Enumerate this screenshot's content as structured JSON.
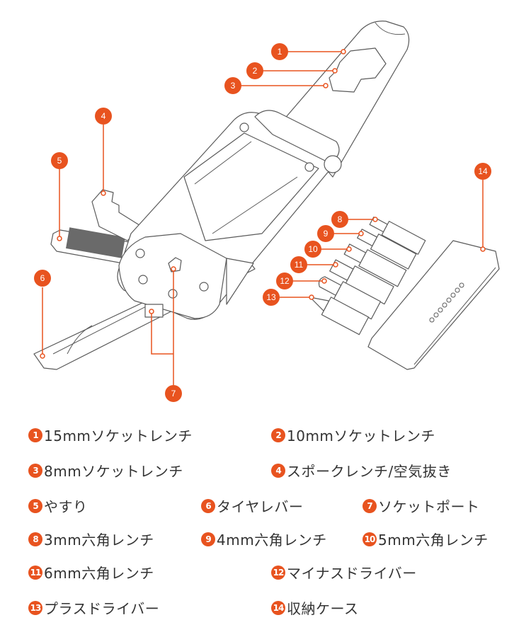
{
  "accent_color": "#e8531f",
  "callouts": [
    "1",
    "2",
    "3",
    "4",
    "5",
    "6",
    "7",
    "8",
    "9",
    "10",
    "11",
    "12",
    "13",
    "14"
  ],
  "legend": [
    {
      "num": "1",
      "label": "15mmソケットレンチ"
    },
    {
      "num": "2",
      "label": "10mmソケットレンチ"
    },
    {
      "num": "3",
      "label": "8mmソケットレンチ"
    },
    {
      "num": "4",
      "label": "スポークレンチ/空気抜き"
    },
    {
      "num": "5",
      "label": "やすり"
    },
    {
      "num": "6",
      "label": "タイヤレバー"
    },
    {
      "num": "7",
      "label": "ソケットポート"
    },
    {
      "num": "8",
      "label": "3mm六角レンチ"
    },
    {
      "num": "9",
      "label": "4mm六角レンチ"
    },
    {
      "num": "10",
      "label": "5mm六角レンチ"
    },
    {
      "num": "11",
      "label": "6mm六角レンチ"
    },
    {
      "num": "12",
      "label": "マイナスドライバー"
    },
    {
      "num": "13",
      "label": "プラスドライバー"
    },
    {
      "num": "14",
      "label": "収納ケース"
    }
  ]
}
